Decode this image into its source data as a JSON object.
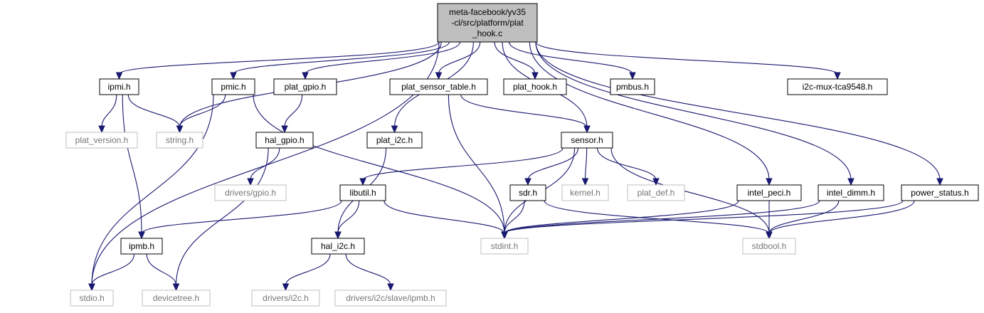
{
  "graph": {
    "type": "include-dependency-graph",
    "colors": {
      "edge": "#191970",
      "root_fill": "#bfbfbf",
      "documented_border": "#000000",
      "external_border": "#bfbfbf",
      "external_text": "#777777"
    },
    "nodes": [
      {
        "id": "root",
        "lines": [
          "meta-facebook/yv35",
          "-cl/src/platform/plat",
          "_hook.c"
        ],
        "kind": "root"
      },
      {
        "id": "ipmi",
        "lines": [
          "ipmi.h"
        ],
        "kind": "documented"
      },
      {
        "id": "pmic",
        "lines": [
          "pmic.h"
        ],
        "kind": "documented"
      },
      {
        "id": "plat_gpio",
        "lines": [
          "plat_gpio.h"
        ],
        "kind": "documented"
      },
      {
        "id": "plat_sensor_table",
        "lines": [
          "plat_sensor_table.h"
        ],
        "kind": "documented"
      },
      {
        "id": "plat_hook",
        "lines": [
          "plat_hook.h"
        ],
        "kind": "documented"
      },
      {
        "id": "pmbus",
        "lines": [
          "pmbus.h"
        ],
        "kind": "documented"
      },
      {
        "id": "i2c_mux",
        "lines": [
          "i2c-mux-tca9548.h"
        ],
        "kind": "documented"
      },
      {
        "id": "plat_version",
        "lines": [
          "plat_version.h"
        ],
        "kind": "external"
      },
      {
        "id": "string",
        "lines": [
          "string.h"
        ],
        "kind": "external"
      },
      {
        "id": "hal_gpio",
        "lines": [
          "hal_gpio.h"
        ],
        "kind": "documented"
      },
      {
        "id": "plat_i2c",
        "lines": [
          "plat_i2c.h"
        ],
        "kind": "documented"
      },
      {
        "id": "sensor",
        "lines": [
          "sensor.h"
        ],
        "kind": "documented"
      },
      {
        "id": "drivers_gpio",
        "lines": [
          "drivers/gpio.h"
        ],
        "kind": "external"
      },
      {
        "id": "libutil",
        "lines": [
          "libutil.h"
        ],
        "kind": "documented"
      },
      {
        "id": "sdr",
        "lines": [
          "sdr.h"
        ],
        "kind": "documented"
      },
      {
        "id": "kernel",
        "lines": [
          "kernel.h"
        ],
        "kind": "external"
      },
      {
        "id": "plat_def",
        "lines": [
          "plat_def.h"
        ],
        "kind": "external"
      },
      {
        "id": "intel_peci",
        "lines": [
          "intel_peci.h"
        ],
        "kind": "documented"
      },
      {
        "id": "intel_dimm",
        "lines": [
          "intel_dimm.h"
        ],
        "kind": "documented"
      },
      {
        "id": "power_status",
        "lines": [
          "power_status.h"
        ],
        "kind": "documented"
      },
      {
        "id": "ipmb",
        "lines": [
          "ipmb.h"
        ],
        "kind": "documented"
      },
      {
        "id": "hal_i2c",
        "lines": [
          "hal_i2c.h"
        ],
        "kind": "documented"
      },
      {
        "id": "stdint",
        "lines": [
          "stdint.h"
        ],
        "kind": "external"
      },
      {
        "id": "stdbool",
        "lines": [
          "stdbool.h"
        ],
        "kind": "external"
      },
      {
        "id": "stdio",
        "lines": [
          "stdio.h"
        ],
        "kind": "external"
      },
      {
        "id": "devicetree",
        "lines": [
          "devicetree.h"
        ],
        "kind": "external"
      },
      {
        "id": "drivers_i2c",
        "lines": [
          "drivers/i2c.h"
        ],
        "kind": "external"
      },
      {
        "id": "drivers_i2c_slave_ipmb",
        "lines": [
          "drivers/i2c/slave/ipmb.h"
        ],
        "kind": "external"
      }
    ],
    "edges": [
      [
        "root",
        "ipmi"
      ],
      [
        "root",
        "pmic"
      ],
      [
        "root",
        "plat_gpio"
      ],
      [
        "root",
        "plat_sensor_table"
      ],
      [
        "root",
        "plat_hook"
      ],
      [
        "root",
        "pmbus"
      ],
      [
        "root",
        "i2c_mux"
      ],
      [
        "root",
        "string"
      ],
      [
        "root",
        "plat_i2c"
      ],
      [
        "root",
        "sensor"
      ],
      [
        "root",
        "intel_peci"
      ],
      [
        "root",
        "intel_dimm"
      ],
      [
        "root",
        "power_status"
      ],
      [
        "root",
        "stdio"
      ],
      [
        "ipmi",
        "plat_version"
      ],
      [
        "ipmi",
        "string"
      ],
      [
        "ipmi",
        "ipmb"
      ],
      [
        "pmic",
        "string"
      ],
      [
        "pmic",
        "stdio"
      ],
      [
        "pmic",
        "stdint"
      ],
      [
        "plat_gpio",
        "hal_gpio"
      ],
      [
        "hal_gpio",
        "drivers_gpio"
      ],
      [
        "hal_gpio",
        "devicetree"
      ],
      [
        "plat_sensor_table",
        "sensor"
      ],
      [
        "plat_sensor_table",
        "stdint"
      ],
      [
        "plat_i2c",
        "hal_i2c"
      ],
      [
        "sensor",
        "libutil"
      ],
      [
        "sensor",
        "sdr"
      ],
      [
        "sensor",
        "kernel"
      ],
      [
        "sensor",
        "plat_def"
      ],
      [
        "sensor",
        "stdint"
      ],
      [
        "sensor",
        "stdbool"
      ],
      [
        "libutil",
        "ipmb"
      ],
      [
        "libutil",
        "hal_i2c"
      ],
      [
        "libutil",
        "stdint"
      ],
      [
        "sdr",
        "stdint"
      ],
      [
        "sdr",
        "stdbool"
      ],
      [
        "intel_peci",
        "stdint"
      ],
      [
        "intel_peci",
        "stdbool"
      ],
      [
        "intel_dimm",
        "stdint"
      ],
      [
        "intel_dimm",
        "stdbool"
      ],
      [
        "power_status",
        "stdint"
      ],
      [
        "power_status",
        "stdbool"
      ],
      [
        "ipmb",
        "stdio"
      ],
      [
        "ipmb",
        "devicetree"
      ],
      [
        "hal_i2c",
        "drivers_i2c"
      ],
      [
        "hal_i2c",
        "drivers_i2c_slave_ipmb"
      ]
    ]
  }
}
